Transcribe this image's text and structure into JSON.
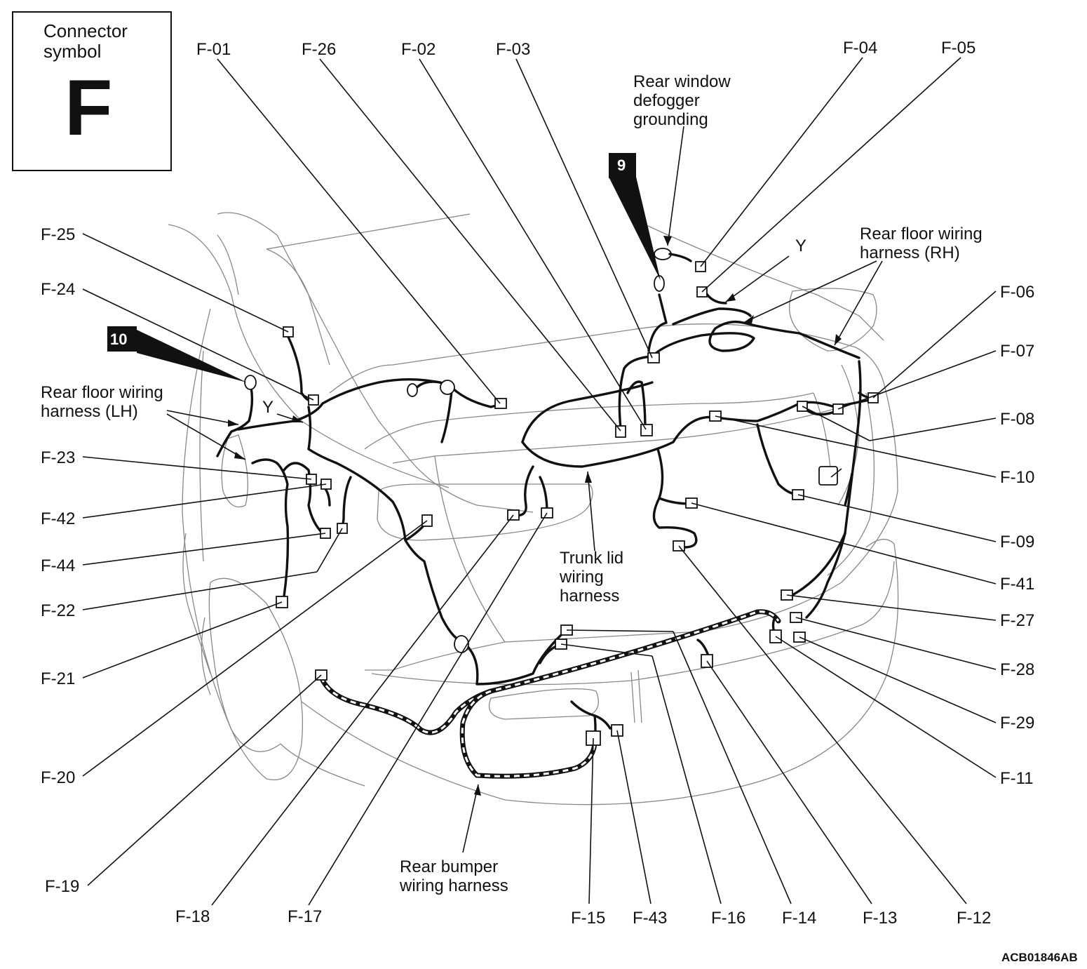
{
  "symbol_box": {
    "line1": "Connector",
    "line2": "symbol",
    "letter": "F"
  },
  "labels": {
    "F-01": "F-01",
    "F-26": "F-26",
    "F-02": "F-02",
    "F-03": "F-03",
    "F-04": "F-04",
    "F-05": "F-05",
    "F-06": "F-06",
    "F-07": "F-07",
    "F-08": "F-08",
    "F-10": "F-10",
    "F-09": "F-09",
    "F-41": "F-41",
    "F-27": "F-27",
    "F-28": "F-28",
    "F-29": "F-29",
    "F-11": "F-11",
    "F-12": "F-12",
    "F-13": "F-13",
    "F-14": "F-14",
    "F-16": "F-16",
    "F-43": "F-43",
    "F-15": "F-15",
    "F-17": "F-17",
    "F-18": "F-18",
    "F-19": "F-19",
    "F-20": "F-20",
    "F-21": "F-21",
    "F-22": "F-22",
    "F-44": "F-44",
    "F-42": "F-42",
    "F-23": "F-23",
    "F-24": "F-24",
    "F-25": "F-25"
  },
  "annotations": {
    "defogger": [
      "Rear window",
      "defogger",
      "grounding"
    ],
    "rh_harness": [
      "Rear floor wiring",
      "harness (RH)"
    ],
    "lh_harness": [
      "Rear floor wiring",
      "harness (LH)"
    ],
    "trunk_harness": [
      "Trunk lid",
      "wiring",
      "harness"
    ],
    "bumper_harness": [
      "Rear bumper",
      "wiring harness"
    ],
    "y_left": "Y",
    "y_right": "Y",
    "badge_9": "9",
    "badge_10": "10"
  },
  "figure_code": "ACB01846AB"
}
